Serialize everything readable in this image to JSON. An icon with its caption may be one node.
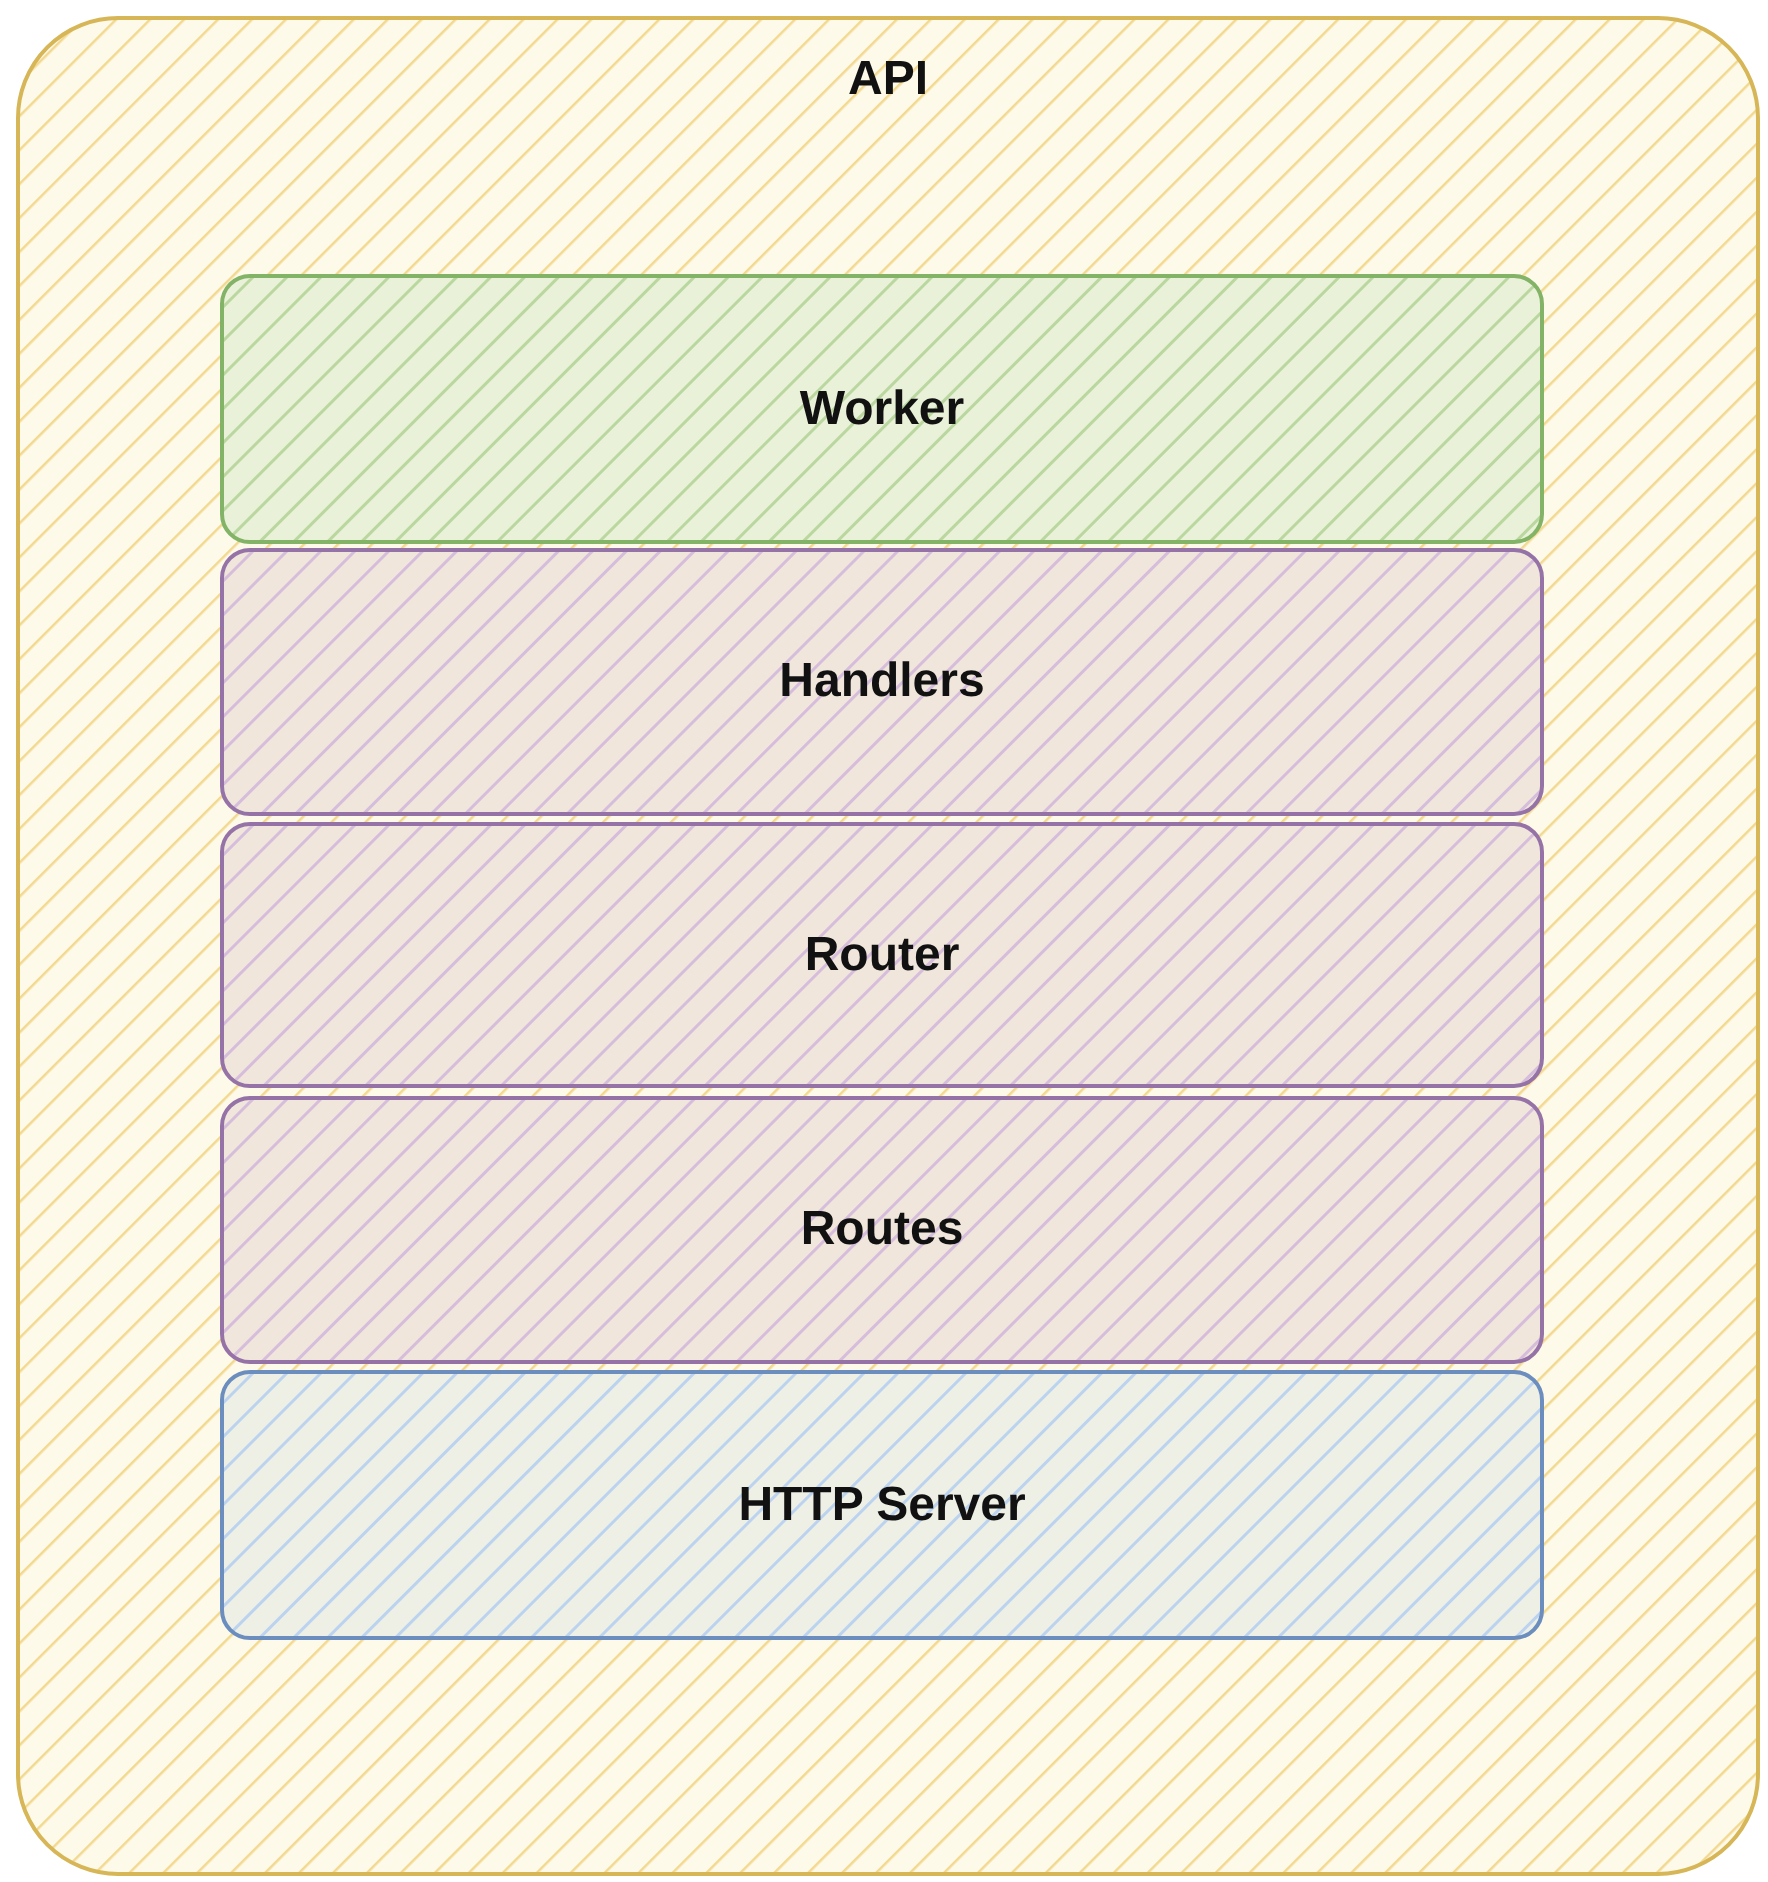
{
  "diagram": {
    "nodes": [
      {
        "text": [
          "API"
        ]
      },
      {
        "text": [
          "Worker"
        ],
        "in": 0
      },
      {
        "text": [
          "Handlers"
        ],
        "in": 0
      },
      {
        "text": [
          "Router"
        ],
        "in": 0
      },
      {
        "text": [
          "Routes"
        ],
        "in": 0
      },
      {
        "text": [
          "HTTP Server"
        ],
        "in": 0
      }
    ]
  }
}
